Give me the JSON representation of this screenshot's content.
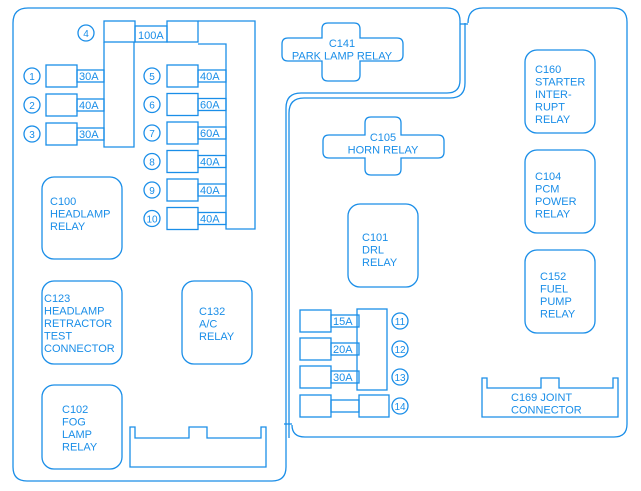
{
  "colors": {
    "line": "#1a8ee8",
    "background": "#ffffff"
  },
  "main_fuse": {
    "number": "4",
    "rating": "100A"
  },
  "left_fuses": [
    {
      "number": "1",
      "rating": "30A"
    },
    {
      "number": "2",
      "rating": "40A"
    },
    {
      "number": "3",
      "rating": "30A"
    }
  ],
  "right_fuses": [
    {
      "number": "5",
      "rating": "40A"
    },
    {
      "number": "6",
      "rating": "60A"
    },
    {
      "number": "7",
      "rating": "60A"
    },
    {
      "number": "8",
      "rating": "40A"
    },
    {
      "number": "9",
      "rating": "40A"
    },
    {
      "number": "10",
      "rating": "40A"
    }
  ],
  "lower_fuses": [
    {
      "number": "11",
      "rating": "15A"
    },
    {
      "number": "12",
      "rating": "20A"
    },
    {
      "number": "13",
      "rating": "30A"
    },
    {
      "number": "14",
      "rating": ""
    }
  ],
  "relays": {
    "c100": [
      "C100",
      "HEADLAMP",
      "RELAY"
    ],
    "c123": [
      "C123",
      "HEADLAMP",
      "RETRACTOR",
      "TEST",
      "CONNECTOR"
    ],
    "c132": [
      "C132",
      "A/C",
      "RELAY"
    ],
    "c102": [
      "C102",
      "FOG",
      "LAMP",
      "RELAY"
    ],
    "c141": [
      "C141",
      "PARK LAMP  RELAY"
    ],
    "c105": [
      "C105",
      "HORN  RELAY"
    ],
    "c101": [
      "C101",
      "DRL",
      "RELAY"
    ],
    "c160": [
      "C160",
      "STARTER",
      "INTER-",
      "RUPT",
      "RELAY"
    ],
    "c104": [
      "C104",
      "PCM",
      "POWER",
      "RELAY"
    ],
    "c152": [
      "C152",
      "FUEL",
      "PUMP",
      "RELAY"
    ],
    "c169": [
      "C169 JOINT",
      "CONNECTOR"
    ]
  }
}
